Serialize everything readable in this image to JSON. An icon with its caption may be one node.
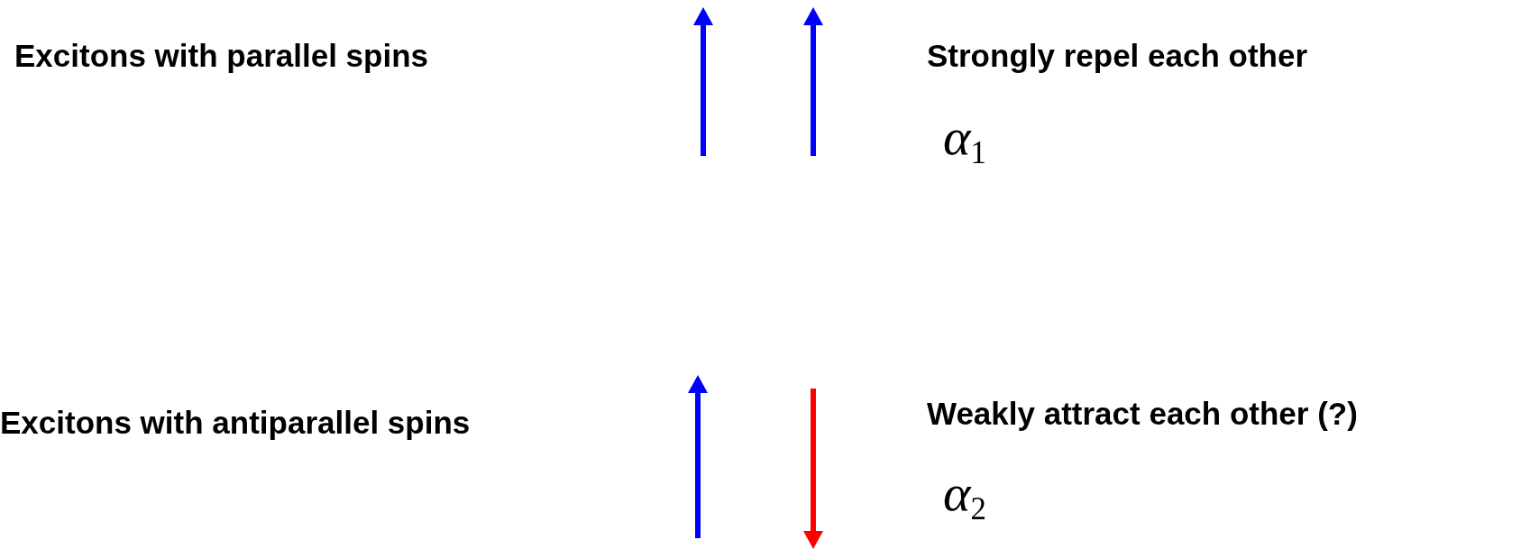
{
  "diagram": {
    "labels": [
      "Excitons with parallel spins",
      "Strongly repel each other",
      "α$_{1}$",
      "Excitons with antiparallel spins",
      "Weakly attract each other (?)",
      "α$_{2}$"
    ]
  }
}
